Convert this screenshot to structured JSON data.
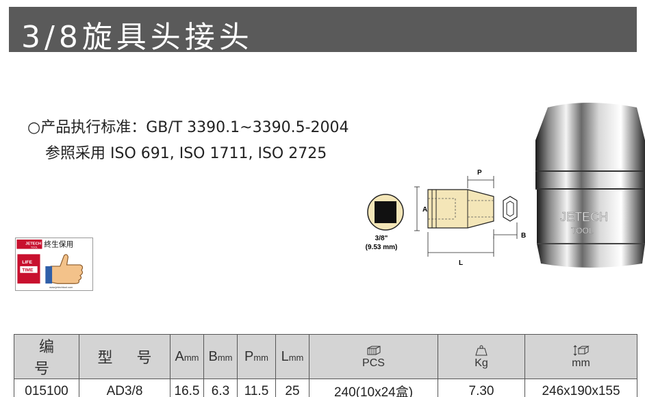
{
  "title": "3/8旋具头接头",
  "standard": {
    "line1": "○产品执行标准：GB/T 3390.1~3390.5-2004",
    "line2": "参照采用 ISO 691, ISO 1711, ISO 2725"
  },
  "diagram": {
    "label_a": "A",
    "label_p": "P",
    "label_b": "B",
    "label_l": "L",
    "drive_size": "3/8\"",
    "drive_mm": "(9.53 mm)"
  },
  "photo": {
    "brand_mark": "JETECH",
    "brand_sub": "TOOL"
  },
  "lifetime_badge": {
    "brand": "JETECH",
    "brand_sub": "TOOL",
    "slogan": "終生保用",
    "life": "LIFE",
    "time": "TIME",
    "url": "www.jetechtool.com"
  },
  "table": {
    "headers": {
      "code": "编 号",
      "model": "型 号",
      "a": {
        "main": "A",
        "unit": "mm"
      },
      "b": {
        "main": "B",
        "unit": "mm"
      },
      "p": {
        "main": "P",
        "unit": "mm"
      },
      "l": {
        "main": "L",
        "unit": "mm"
      },
      "pcs": "PCS",
      "kg": "Kg",
      "mm": "mm"
    },
    "row": {
      "code": "015100",
      "model": "AD3/8",
      "a": "16.5",
      "b": "6.3",
      "p": "11.5",
      "l": "25",
      "pcs": "240(10x24盒)",
      "kg": "7.30",
      "mm": "246x190x155"
    }
  },
  "colors": {
    "title_bar": "#5a5a5a",
    "table_header": "#d4d4d4",
    "brass": "#f4e6b8",
    "badge_red": "#c8102e"
  }
}
